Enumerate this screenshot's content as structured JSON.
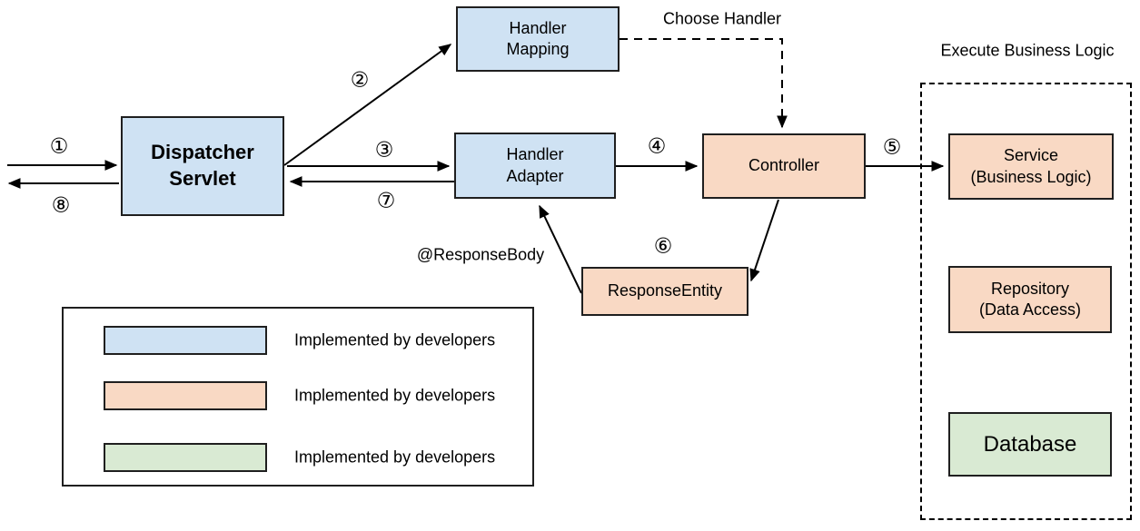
{
  "colors": {
    "developer_blue": "#cfe2f3",
    "developer_orange": "#f9d9c4",
    "developer_green": "#d9ead3"
  },
  "nodes": {
    "dispatcher_servlet": {
      "label": "Dispatcher\nServlet"
    },
    "handler_mapping": {
      "label": "Handler\nMapping"
    },
    "handler_adapter": {
      "label": "Handler\nAdapter"
    },
    "controller": {
      "label": "Controller"
    },
    "response_entity": {
      "label": "ResponseEntity"
    },
    "service": {
      "label": "Service\n(Business Logic)"
    },
    "repository": {
      "label": "Repository\n(Data Access)"
    },
    "database": {
      "label": "Database"
    }
  },
  "annotations": {
    "choose_handler": "Choose Handler",
    "response_body": "@ResponseBody",
    "execute_business_logic": "Execute Business Logic"
  },
  "steps": {
    "1": "①",
    "2": "②",
    "3": "③",
    "4": "④",
    "5": "⑤",
    "6": "⑥",
    "7": "⑦",
    "8": "⑧"
  },
  "legend": {
    "items": [
      {
        "color": "#cfe2f3",
        "label": "Implemented by developers"
      },
      {
        "color": "#f9d9c4",
        "label": "Implemented by developers"
      },
      {
        "color": "#d9ead3",
        "label": "Implemented by developers"
      }
    ]
  }
}
